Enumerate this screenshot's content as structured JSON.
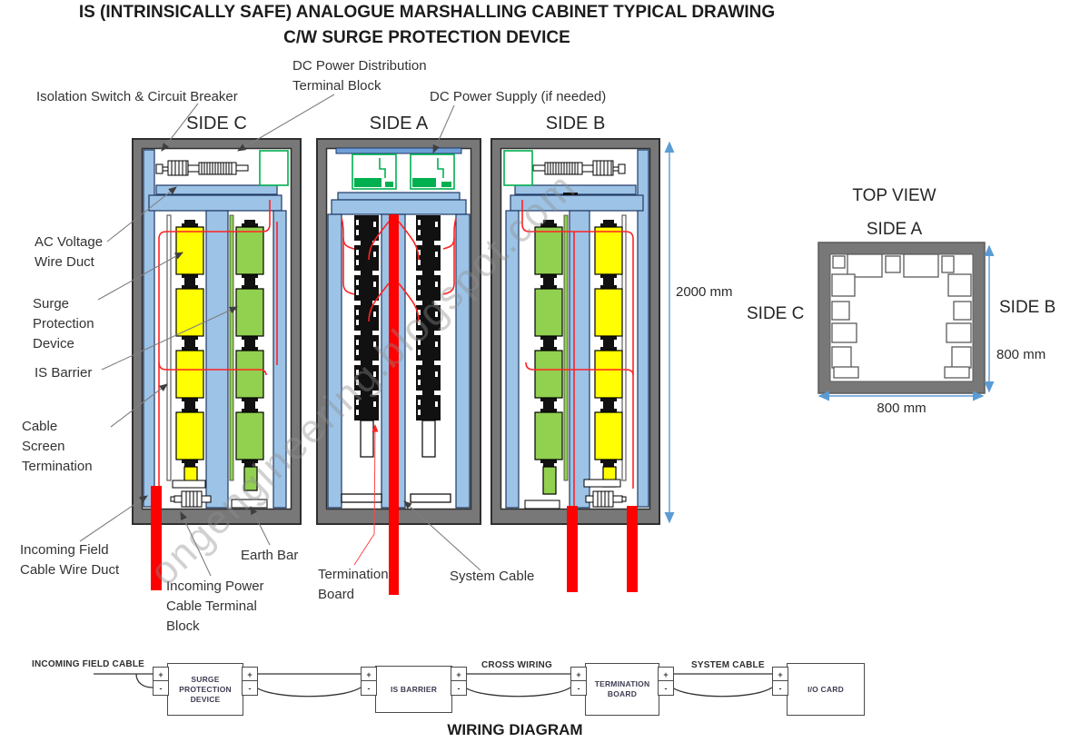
{
  "title": {
    "line1": "IS (INTRINSICALLY SAFE) ANALOGUE MARSHALLING CABINET TYPICAL DRAWING",
    "line2": "C/W SURGE PROTECTION DEVICE"
  },
  "watermark": "ongengineering.blogspot.com",
  "views": {
    "side_c": "SIDE C",
    "side_a": "SIDE A",
    "side_b": "SIDE B"
  },
  "annotations": {
    "dc_power_distribution": "DC Power Distribution\nTerminal Block",
    "isolation_switch": "Isolation Switch & Circuit Breaker",
    "dc_power_supply": "DC Power Supply (if needed)",
    "ac_voltage_wire_duct": "AC Voltage\nWire Duct",
    "surge_protection_device": "Surge\nProtection\nDevice",
    "is_barrier": "IS Barrier",
    "cable_screen_termination": "Cable\nScreen\nTermination",
    "incoming_field_cable_wire_duct": "Incoming Field\nCable Wire Duct",
    "earth_bar": "Earth Bar",
    "incoming_power_cable_terminal_block": "Incoming Power\nCable Terminal\nBlock",
    "termination_board": "Termination\nBoard",
    "system_cable": "System Cable"
  },
  "dimensions": {
    "cabinet_height": "2000 mm",
    "top_width": "800 mm",
    "top_depth": "800 mm"
  },
  "top_view": {
    "title": "TOP VIEW",
    "side_a": "SIDE A",
    "side_b": "SIDE B",
    "side_c": "SIDE C"
  },
  "wiring_diagram": {
    "title": "WIRING DIAGRAM",
    "incoming_field_cable": "INCOMING FIELD CABLE",
    "cross_wiring": "CROSS WIRING",
    "system_cable": "SYSTEM CABLE",
    "plus": "+",
    "minus": "-",
    "blocks": {
      "surge_protection_device": "SURGE\nPROTECTION\nDEVICE",
      "is_barrier": "IS BARRIER",
      "termination_board": "TERMINATION\nBOARD",
      "io_card": "I/O CARD"
    }
  },
  "colors": {
    "frame_gray": "#787878",
    "duct_blue": "#9dc3e6",
    "module_yellow": "#ffff00",
    "module_green": "#92d050",
    "psu_green": "#00b050",
    "cable_red": "#ff0000",
    "wire_red": "#ff2222",
    "dimension_blue": "#5b9bd5"
  }
}
